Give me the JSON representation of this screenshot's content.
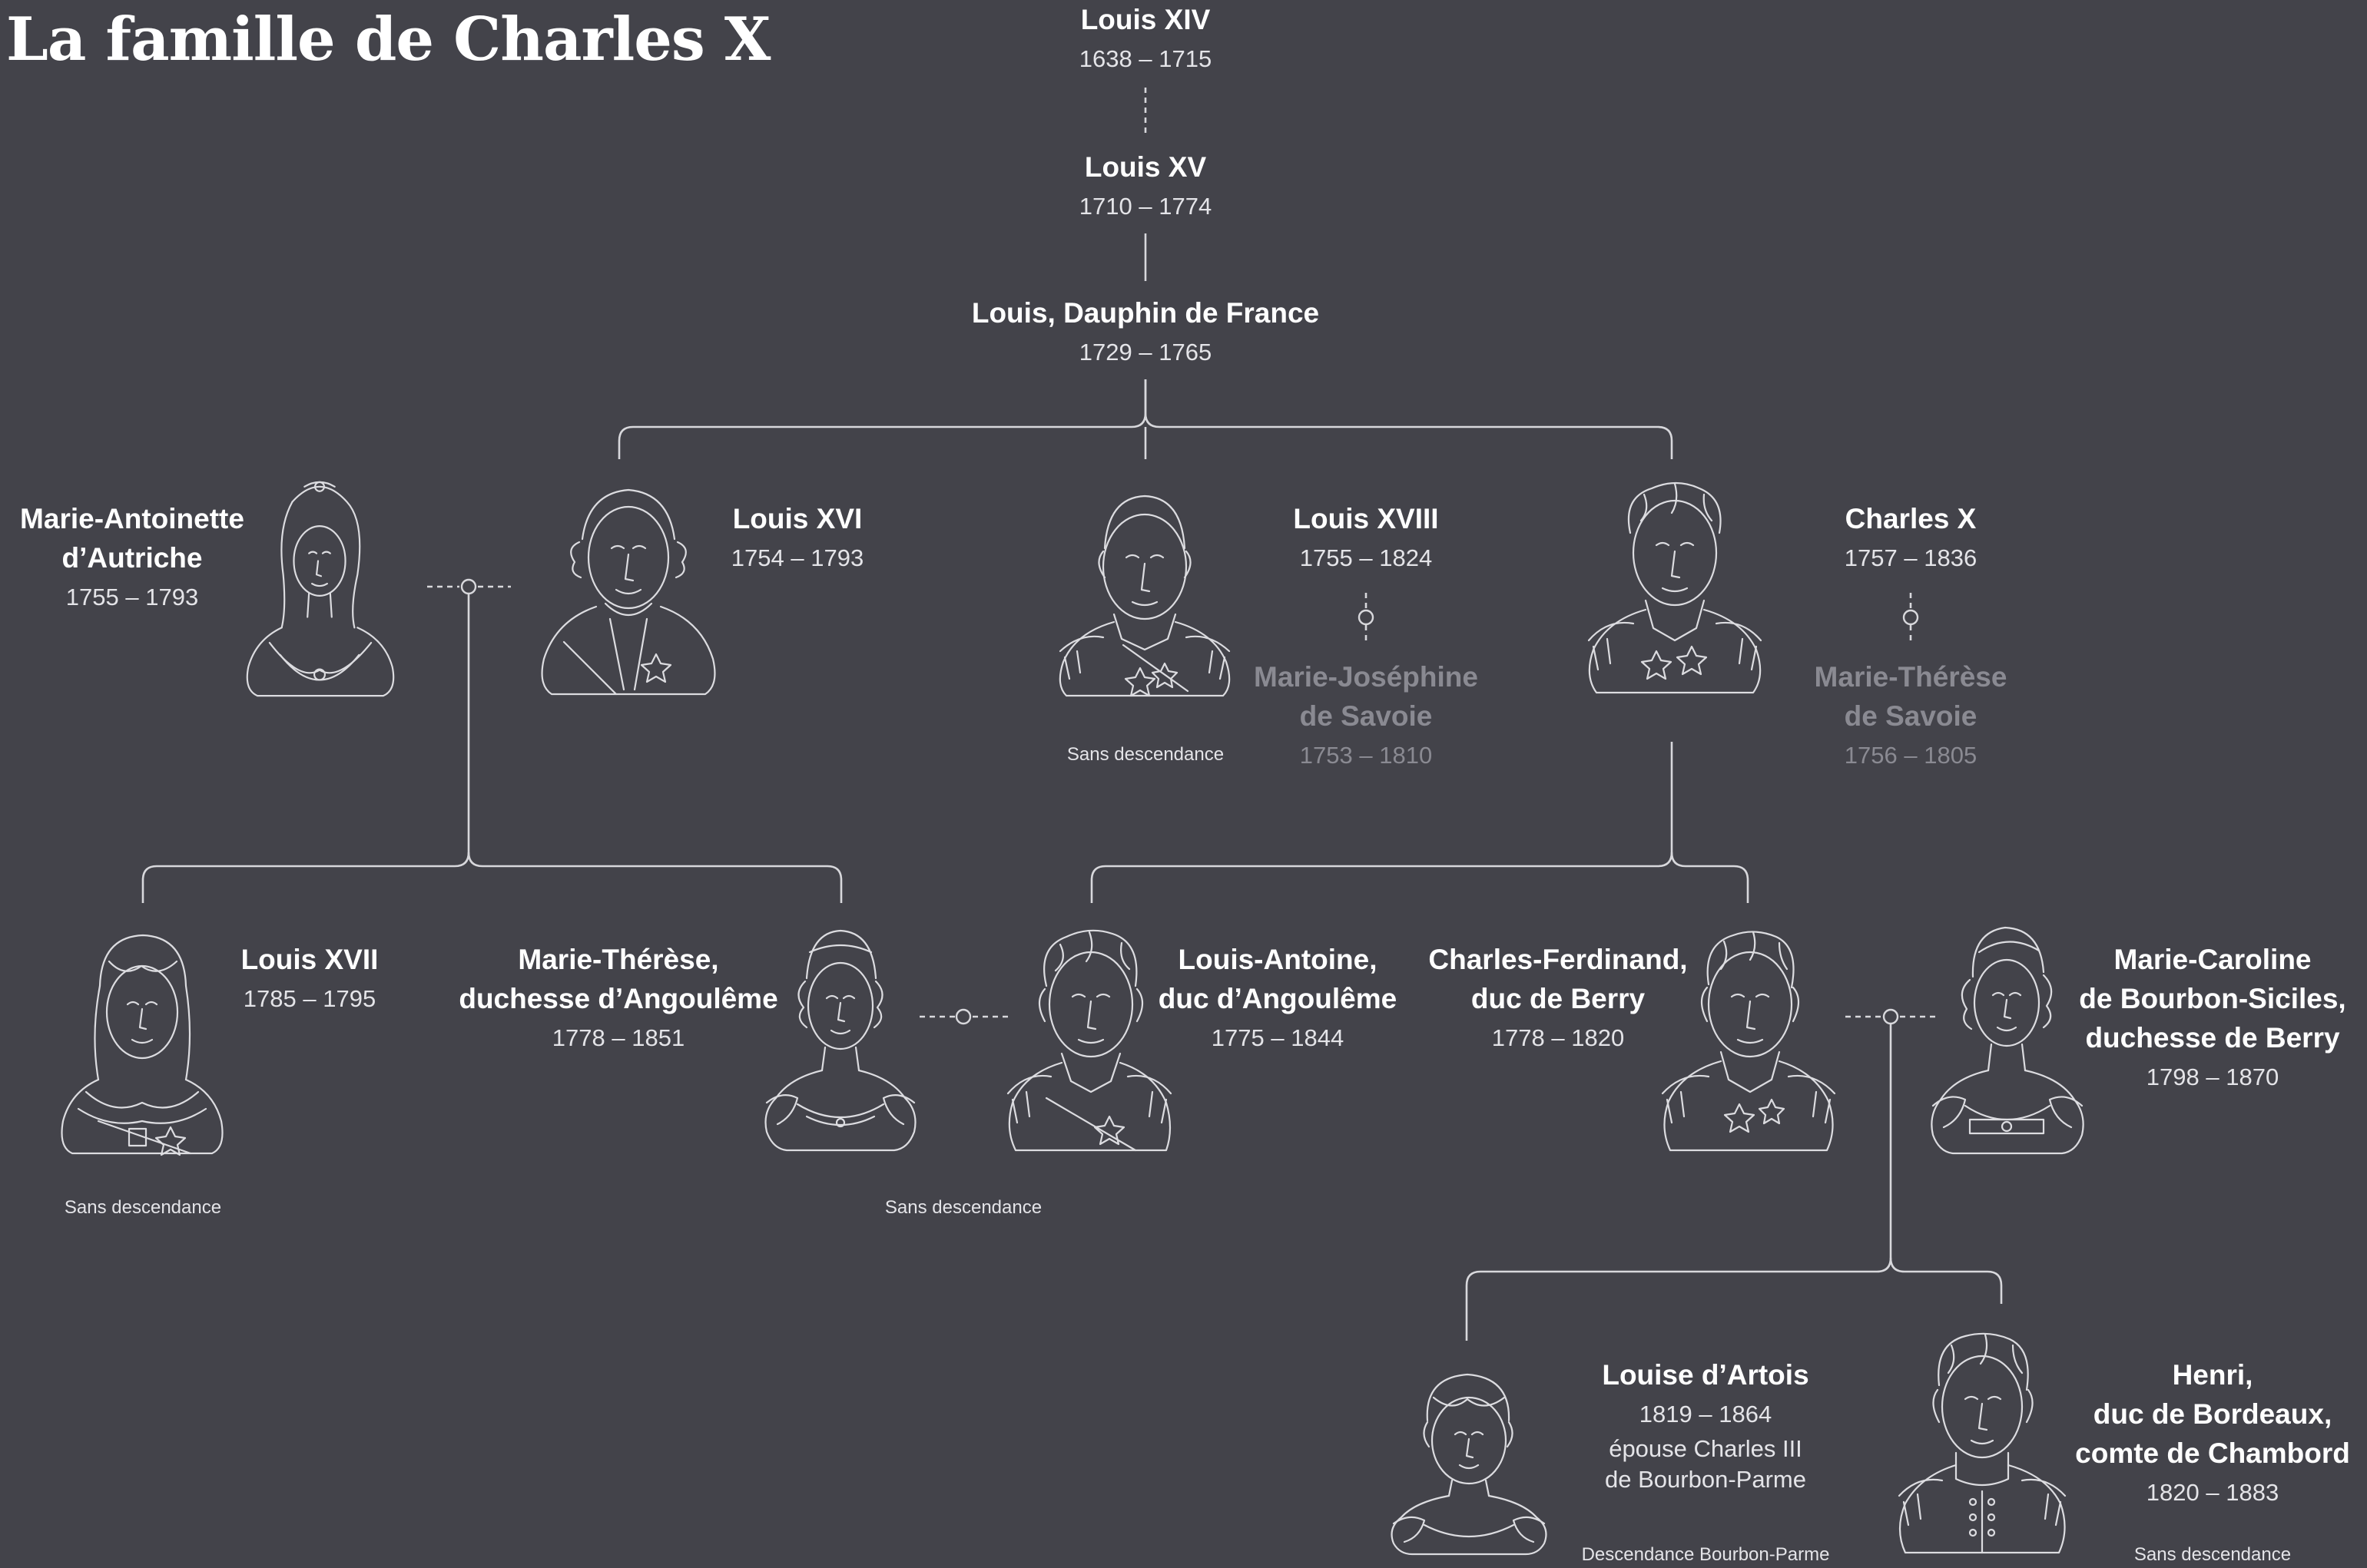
{
  "title": "La famille de Charles X",
  "colors": {
    "background": "#43434a",
    "text": "#ffffff",
    "faded_text": "#8a8a92",
    "lines": "#d8d8dc"
  },
  "people": {
    "louis_xiv": {
      "name": "Louis XIV",
      "dates": "1638 – 1715"
    },
    "louis_xv": {
      "name": "Louis XV",
      "dates": "1710 – 1774"
    },
    "louis_dauphin": {
      "name": "Louis, Dauphin de France",
      "dates": "1729 – 1765"
    },
    "marie_antoinette": {
      "name_line1": "Marie-Antoinette",
      "name_line2": "d’Autriche",
      "dates": "1755 – 1793"
    },
    "louis_xvi": {
      "name": "Louis XVI",
      "dates": "1754 – 1793"
    },
    "louis_xviii": {
      "name": "Louis XVIII",
      "dates": "1755 – 1824",
      "note": "Sans descendance"
    },
    "marie_josephine": {
      "name_line1": "Marie-Joséphine",
      "name_line2": "de Savoie",
      "dates": "1753 – 1810"
    },
    "charles_x": {
      "name": "Charles X",
      "dates": "1757 – 1836"
    },
    "marie_therese_savoie": {
      "name_line1": "Marie-Thérèse",
      "name_line2": "de Savoie",
      "dates": "1756 – 1805"
    },
    "louis_xvii": {
      "name": "Louis XVII",
      "dates": "1785 – 1795",
      "note": "Sans descendance"
    },
    "marie_therese_angouleme": {
      "name_line1": "Marie-Thérèse,",
      "name_line2": "duchesse d’Angoulême",
      "dates": "1778 – 1851"
    },
    "louis_antoine": {
      "name_line1": "Louis-Antoine,",
      "name_line2": "duc d’Angoulême",
      "dates": "1775 – 1844"
    },
    "angouleme_couple_note": "Sans descendance",
    "charles_ferdinand": {
      "name_line1": "Charles-Ferdinand,",
      "name_line2": "duc de Berry",
      "dates": "1778 – 1820"
    },
    "marie_caroline": {
      "name_line1": "Marie-Caroline",
      "name_line2": "de Bourbon-Siciles,",
      "name_line3": "duchesse de Berry",
      "dates": "1798 – 1870"
    },
    "louise_artois": {
      "name": "Louise d’Artois",
      "dates": "1819 – 1864",
      "spouse_line1": "épouse Charles III",
      "spouse_line2": "de Bourbon-Parme",
      "note": "Descendance Bourbon-Parme"
    },
    "henri": {
      "name_line1": "Henri,",
      "name_line2": "duc de Bordeaux,",
      "name_line3": "comte de Chambord",
      "dates": "1820 – 1883",
      "note": "Sans descendance"
    }
  },
  "portraits": [
    {
      "icon": "marie-antoinette-bust-icon",
      "type": "woman"
    },
    {
      "icon": "louis-xvi-bust-icon",
      "type": "man"
    },
    {
      "icon": "louis-xviii-bust-icon",
      "type": "man"
    },
    {
      "icon": "charles-x-bust-icon",
      "type": "man"
    },
    {
      "icon": "louis-xvii-bust-icon",
      "type": "child"
    },
    {
      "icon": "marie-therese-angouleme-bust-icon",
      "type": "woman"
    },
    {
      "icon": "louis-antoine-bust-icon",
      "type": "man"
    },
    {
      "icon": "charles-ferdinand-bust-icon",
      "type": "man"
    },
    {
      "icon": "marie-caroline-bust-icon",
      "type": "woman"
    },
    {
      "icon": "louise-artois-bust-icon",
      "type": "child"
    },
    {
      "icon": "henri-bust-icon",
      "type": "man"
    }
  ]
}
